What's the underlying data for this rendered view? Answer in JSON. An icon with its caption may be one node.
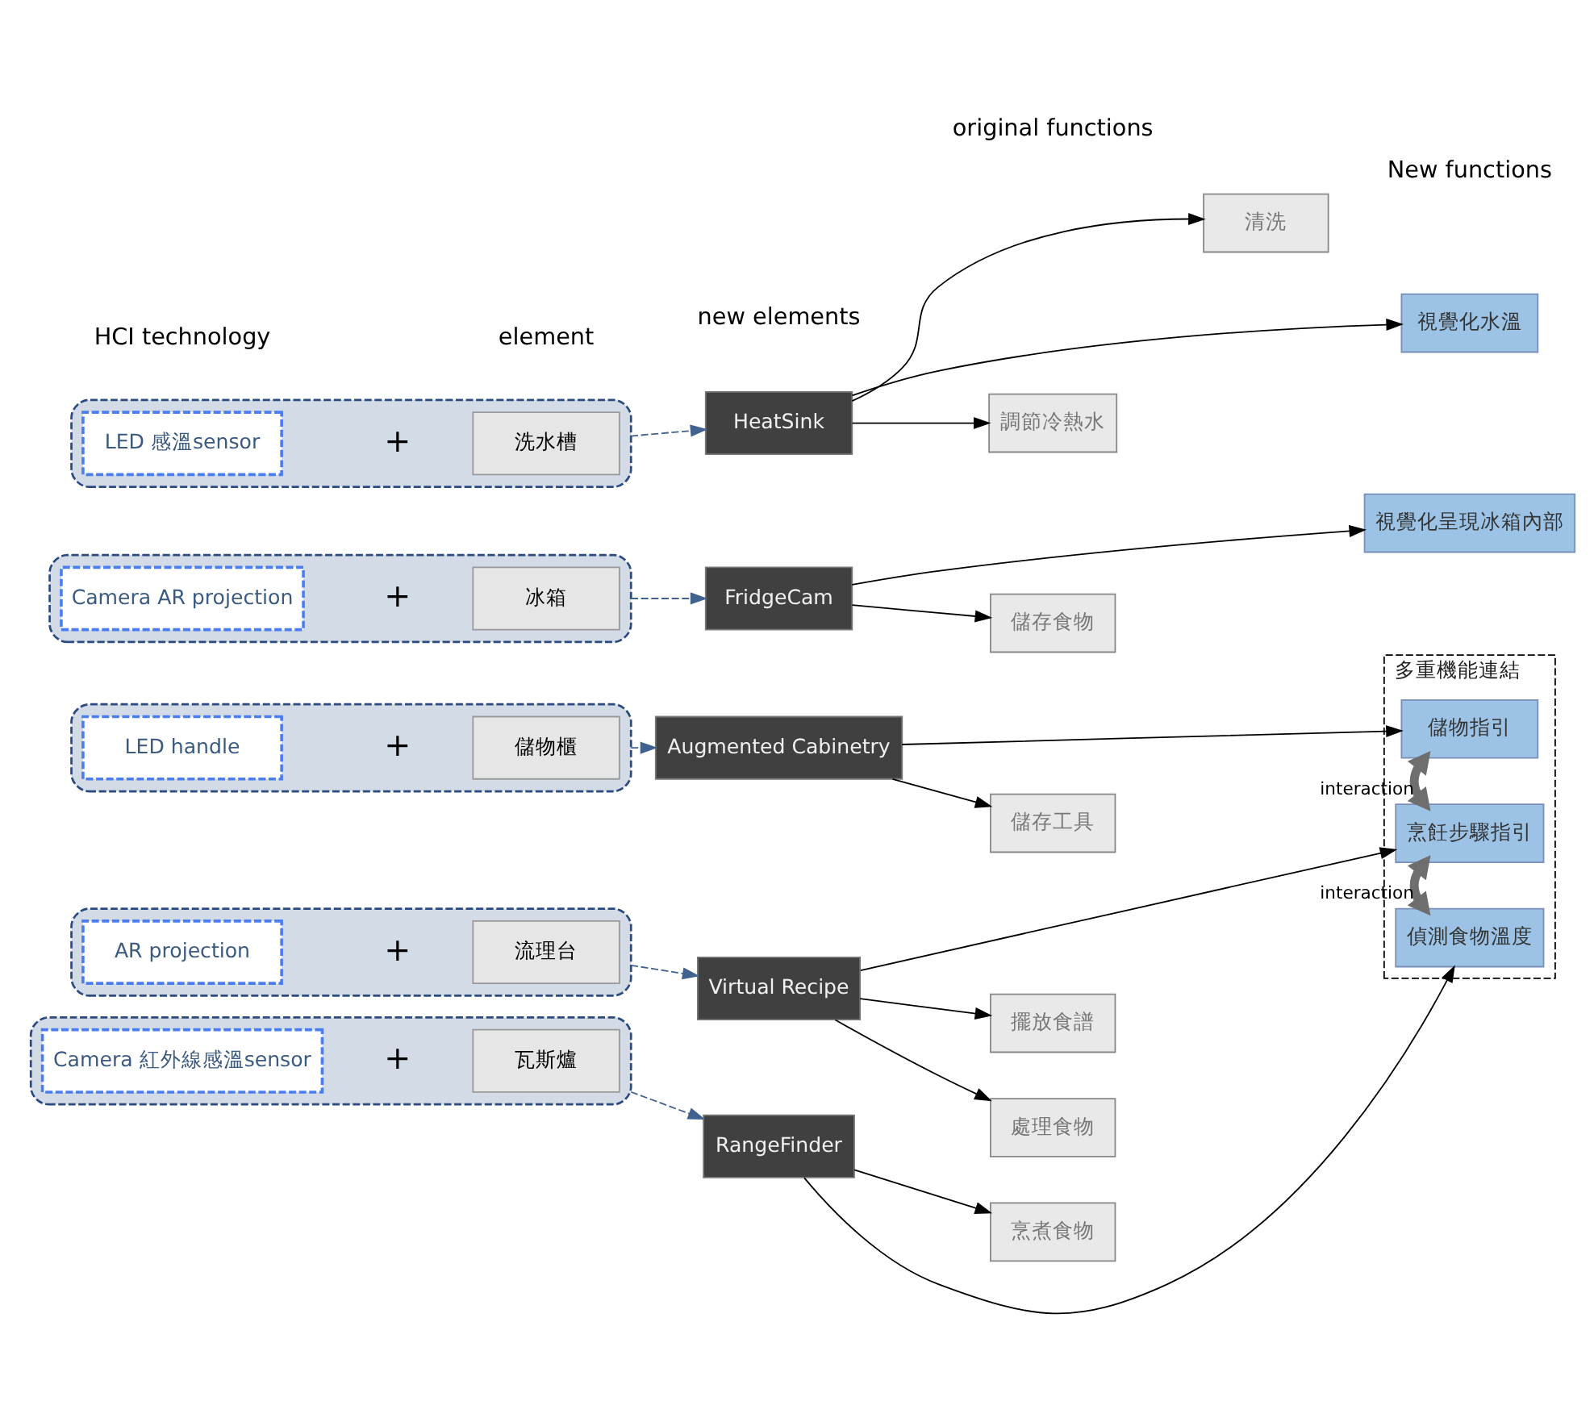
{
  "diagram": {
    "nodes": [
      {
        "text": [],
        "shape": "box"
      },
      {
        "text": [
          "LED 感溫sensor"
        ],
        "in": 0
      },
      {
        "text": [
          "洗水槽"
        ],
        "in": 0
      },
      {
        "text": [
          "HeatSink"
        ]
      },
      {
        "text": [
          "清洗"
        ]
      },
      {
        "text": [
          "調節冷熱水"
        ]
      },
      {
        "text": [
          "視覺化水溫"
        ]
      },
      {
        "text": [],
        "shape": "box"
      },
      {
        "text": [
          "Camera AR projection"
        ],
        "in": 7
      },
      {
        "text": [
          "冰箱"
        ],
        "in": 7
      },
      {
        "text": [
          "FridgeCam"
        ]
      },
      {
        "text": [
          "儲存食物"
        ]
      },
      {
        "text": [
          "視覺化呈現冰箱內部"
        ]
      },
      {
        "text": [],
        "shape": "box"
      },
      {
        "text": [
          "LED handle"
        ],
        "in": 13
      },
      {
        "text": [
          "儲物櫃"
        ],
        "in": 13
      },
      {
        "text": [
          "Augmented Cabinetry"
        ]
      },
      {
        "text": [
          "儲存工具"
        ]
      },
      {
        "text": [
          "多重機能連結"
        ]
      },
      {
        "text": [
          "儲物指引"
        ],
        "in": 18
      },
      {
        "text": [],
        "shape": "box"
      },
      {
        "text": [
          "AR projection"
        ],
        "in": 20
      },
      {
        "text": [
          "流理台"
        ],
        "in": 20
      },
      {
        "text": [
          "Virtual Recipe"
        ]
      },
      {
        "text": [
          "處理食物"
        ]
      },
      {
        "text": [
          "擺放食譜"
        ]
      },
      {
        "text": [
          "烹飪步驟指引"
        ],
        "in": 18
      },
      {
        "text": [],
        "shape": "box"
      },
      {
        "text": [
          "Camera 紅外線感溫sensor"
        ],
        "in": 27
      },
      {
        "text": [
          "瓦斯爐"
        ],
        "in": 27
      },
      {
        "text": [
          "RangeFinder"
        ]
      },
      {
        "text": [
          "烹煮食物"
        ]
      },
      {
        "text": [
          "偵測食物溫度"
        ],
        "in": 18
      }
    ],
    "edges": [
      {
        "from": 0,
        "to": 3,
        "arrow": "to",
        "style": "dashed",
        "color": "#41618f"
      },
      {
        "from": 3,
        "to": 4,
        "arrow": "to"
      },
      {
        "from": 3,
        "to": 5,
        "arrow": "to"
      },
      {
        "from": 3,
        "to": 6,
        "arrow": "to"
      },
      {
        "from": 7,
        "to": 10,
        "arrow": "to",
        "style": "dashed",
        "color": "#41618f"
      },
      {
        "from": 10,
        "to": 11,
        "arrow": "to"
      },
      {
        "from": 10,
        "to": 12,
        "arrow": "to"
      },
      {
        "from": 13,
        "to": 16,
        "arrow": "to",
        "style": "dashed",
        "color": "#41618f"
      },
      {
        "from": 16,
        "to": 17,
        "arrow": "to"
      },
      {
        "from": 16,
        "to": 19,
        "arrow": "to"
      },
      {
        "from": 19,
        "to": 26,
        "arrow": "both",
        "label": "interaction",
        "style": "thick",
        "color": "#6e6e6e"
      },
      {
        "from": 20,
        "to": 23,
        "arrow": "to",
        "style": "dashed",
        "color": "#41618f"
      },
      {
        "from": 23,
        "to": 24,
        "arrow": "to"
      },
      {
        "from": 23,
        "to": 25,
        "arrow": "to"
      },
      {
        "from": 23,
        "to": 26,
        "arrow": "to"
      },
      {
        "from": 26,
        "to": 32,
        "arrow": "both",
        "label": "interaction",
        "style": "thick",
        "color": "#6e6e6e"
      },
      {
        "from": 27,
        "to": 30,
        "arrow": "to",
        "style": "dashed",
        "color": "#41618f"
      },
      {
        "from": 30,
        "to": 31,
        "arrow": "to"
      },
      {
        "from": 30,
        "to": 32,
        "arrow": "to"
      }
    ],
    "labels": [
      "HCI technology",
      "element",
      "new elements",
      "original functions",
      "New functions",
      "+",
      "+",
      "+",
      "+",
      "+"
    ]
  }
}
